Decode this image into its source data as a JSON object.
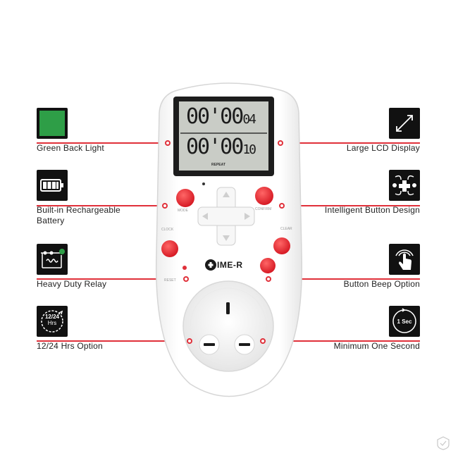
{
  "features": {
    "left": [
      {
        "label": "Green Back Light",
        "icon": "green-square-icon"
      },
      {
        "label": "Built-in Rechargeable Battery",
        "icon": "battery-icon"
      },
      {
        "label": "Heavy Duty Relay",
        "icon": "relay-icon"
      },
      {
        "label": "12/24 Hrs Option",
        "icon": "clock-12-24-icon",
        "icon_text_top": "12/24",
        "icon_text_bottom": "Hrs"
      }
    ],
    "right": [
      {
        "label": "Large LCD Display",
        "icon": "diagonal-arrow-icon"
      },
      {
        "label": "Intelligent Button Design",
        "icon": "gamepad-icon"
      },
      {
        "label": "Button Beep Option",
        "icon": "touch-hand-icon"
      },
      {
        "label": "Minimum One Second",
        "icon": "one-second-icon",
        "icon_text": "1 Sec"
      }
    ]
  },
  "device": {
    "lcd_line1": "00'00",
    "lcd_line1_small": "04",
    "lcd_line2": "00'00",
    "lcd_line2_small": "10",
    "lcd_repeat": "REPEAT",
    "brand_prefix": "T",
    "brand": "IME-R",
    "btn_mode": "MODE",
    "btn_confirm": "CONFIRM",
    "btn_clock": "CLOCK",
    "btn_clear": "CLEAR",
    "btn_reset": "RESET"
  },
  "colors": {
    "accent_red": "#e0303a",
    "green_backlight": "#2e9e47",
    "lcd_bg": "#c9ccc6"
  }
}
